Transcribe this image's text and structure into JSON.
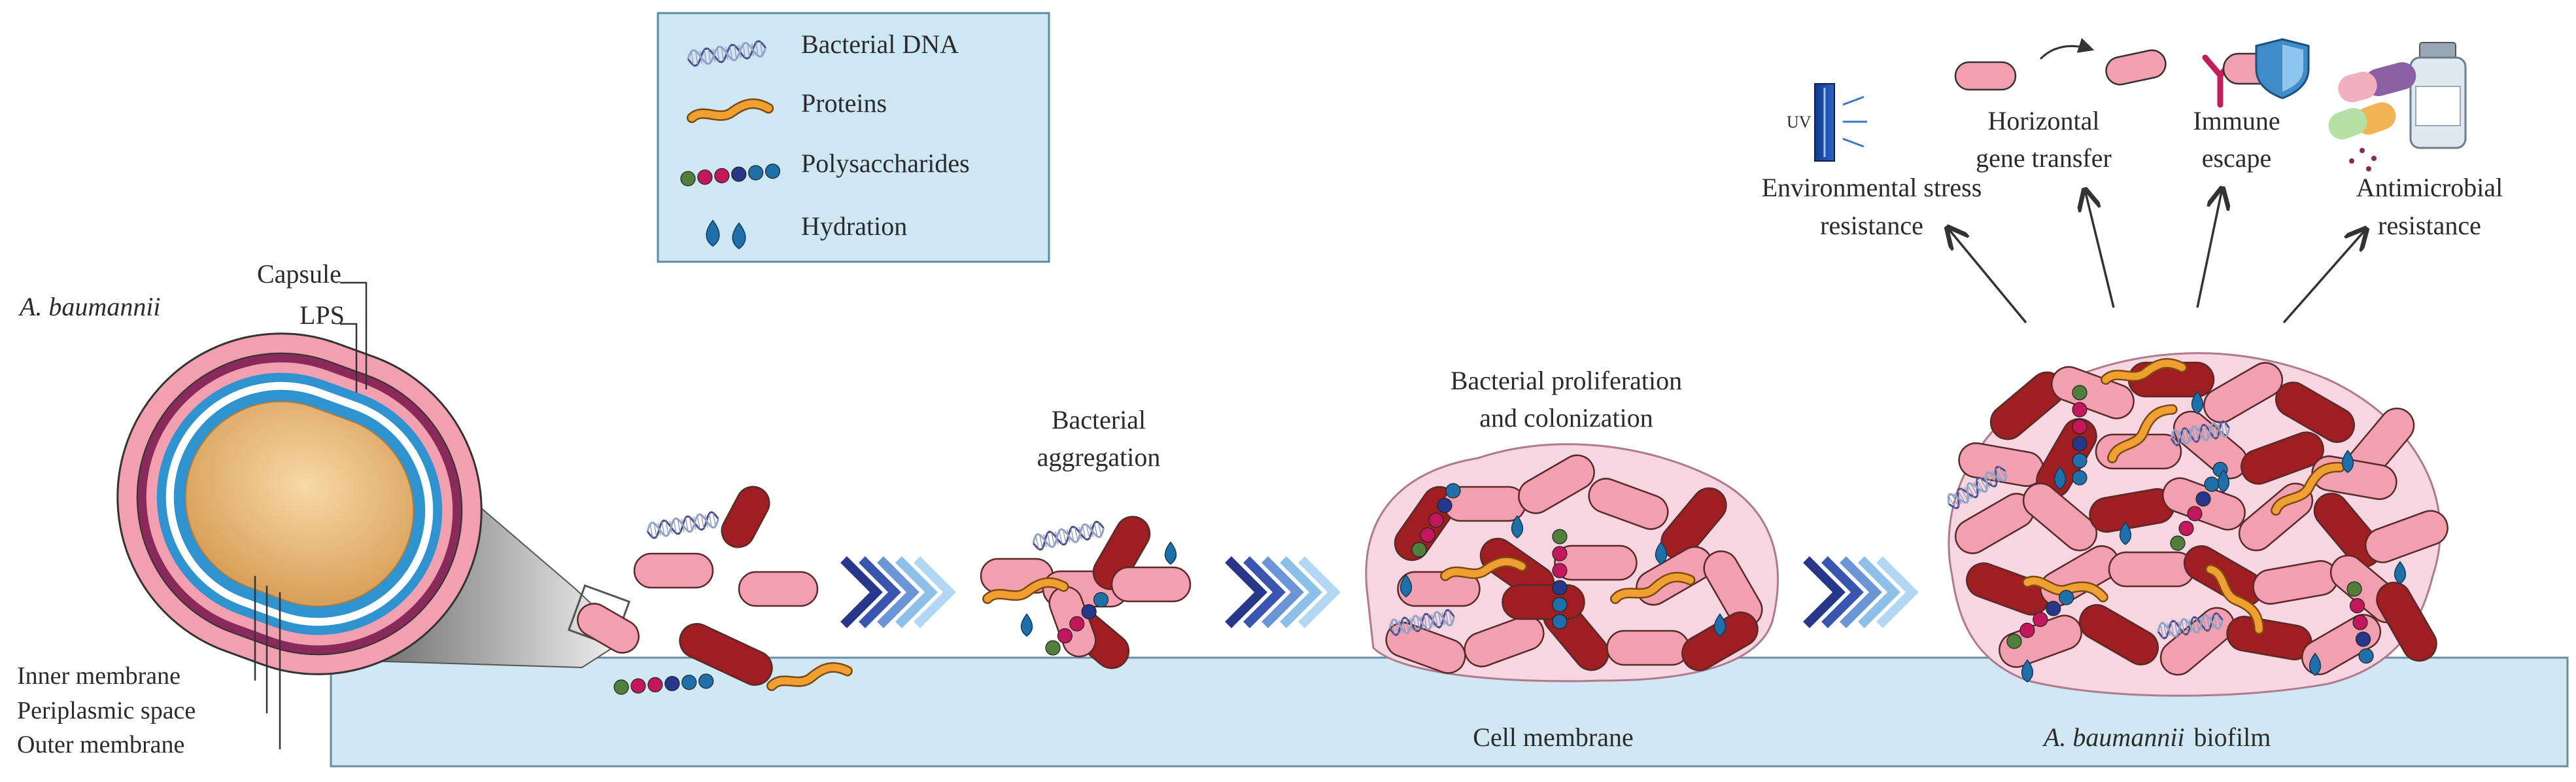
{
  "legend": {
    "items": [
      {
        "label": "Bacterial DNA",
        "icon": "dna-helix-icon"
      },
      {
        "label": "Proteins",
        "icon": "protein-strand-icon"
      },
      {
        "label": "Polysaccharides",
        "icon": "polysaccharide-chain-icon"
      },
      {
        "label": "Hydration",
        "icon": "water-droplet-icon"
      }
    ]
  },
  "bacterium": {
    "species": "A. baumannii",
    "capsule": "Capsule",
    "lps": "LPS",
    "inner_membrane": "Inner membrane",
    "periplasmic_space": "Periplasmic space",
    "outer_membrane": "Outer membrane"
  },
  "stages": {
    "aggregation_line1": "Bacterial",
    "aggregation_line2": "aggregation",
    "proliferation_line1": "Bacterial proliferation",
    "proliferation_line2": "and colonization",
    "cell_membrane": "Cell membrane",
    "biofilm_species": "A. baumannii",
    "biofilm_word": "biofilm"
  },
  "outcomes": {
    "uv_label": "UV",
    "env_line1": "Environmental stress",
    "env_line2": "resistance",
    "hgt_line1": "Horizontal",
    "hgt_line2": "gene transfer",
    "immune_line1": "Immune",
    "immune_line2": "escape",
    "amr_line1": "Antimicrobial",
    "amr_line2": "resistance"
  },
  "colors": {
    "rod_pink": "#f2a0b0",
    "rod_red": "#9e1e22",
    "membrane_blue": "#cfe8f3",
    "legend_bg": "#cde7f4",
    "biofilm_matrix": "#f6d6e0",
    "protein_orange": "#f0a030",
    "hydration_blue": "#1f6fa8",
    "chevron_dark": "#27378a",
    "chevron_light": "#8cc0e8"
  }
}
